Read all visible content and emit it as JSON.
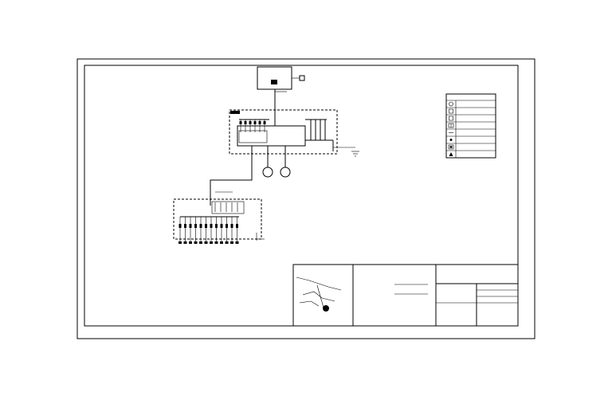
{
  "legend": {
    "title": "",
    "rows": [
      {
        "icon": "circle-symbol",
        "label": ""
      },
      {
        "icon": "square-symbol",
        "label": ""
      },
      {
        "icon": "square-symbol",
        "label": ""
      },
      {
        "icon": "grid-symbol",
        "label": ""
      },
      {
        "icon": "line-symbol",
        "label": ""
      },
      {
        "icon": "dot-symbol",
        "label": ""
      },
      {
        "icon": "box-symbol",
        "label": ""
      },
      {
        "icon": "triangle-symbol",
        "label": ""
      }
    ]
  },
  "meter": {
    "title": "",
    "note": ""
  },
  "main_panel": {
    "label": "",
    "feed_note": "",
    "ground_note": ""
  },
  "motors": [
    {
      "label": ""
    },
    {
      "label": ""
    }
  ],
  "sub_panel": {
    "label": "",
    "tag": "",
    "feed_note": "",
    "ground_note": ""
  },
  "drawing_note": "",
  "title_block": {
    "site": "",
    "field_1": "",
    "field_2": "",
    "project_title": "",
    "sheet_title": "",
    "notes": "",
    "company": "",
    "address": ""
  }
}
